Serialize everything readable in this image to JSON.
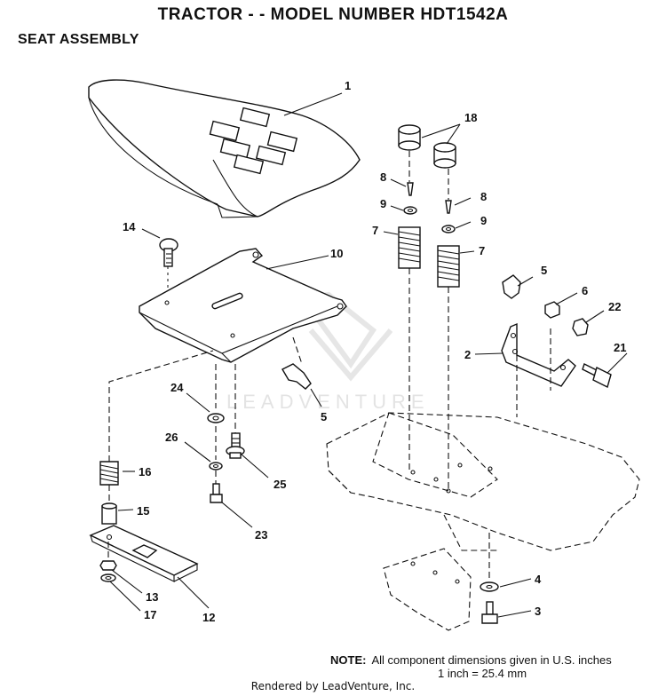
{
  "header": {
    "title": "TRACTOR - - MODEL NUMBER HDT1542A",
    "subtitle": "SEAT ASSEMBLY"
  },
  "watermark": {
    "text": "LEADVENTURE"
  },
  "callouts": {
    "c1": "1",
    "c2": "2",
    "c3": "3",
    "c4": "4",
    "c5a": "5",
    "c5b": "5",
    "c6": "6",
    "c7a": "7",
    "c7b": "7",
    "c8a": "8",
    "c8b": "8",
    "c9a": "9",
    "c9b": "9",
    "c10": "10",
    "c12": "12",
    "c13": "13",
    "c14": "14",
    "c15": "15",
    "c16": "16",
    "c17": "17",
    "c18": "18",
    "c21": "21",
    "c22": "22",
    "c23": "23",
    "c24": "24",
    "c25": "25",
    "c26": "26"
  },
  "note": {
    "label": "NOTE:",
    "line1": "All component dimensions given in U.S. inches",
    "line2": "1 inch = 25.4 mm"
  },
  "footer": {
    "rendered": "Rendered by LeadVenture, Inc."
  },
  "colors": {
    "line": "#111111",
    "watermark": "#c8c8c8"
  }
}
